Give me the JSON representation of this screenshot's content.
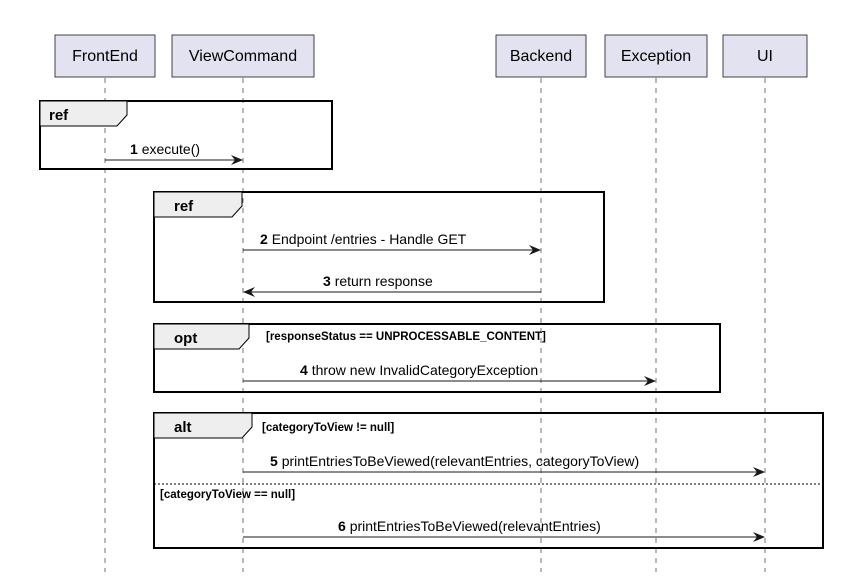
{
  "participants": [
    {
      "id": "frontend",
      "label": "FrontEnd"
    },
    {
      "id": "viewcommand",
      "label": "ViewCommand"
    },
    {
      "id": "backend",
      "label": "Backend"
    },
    {
      "id": "exception",
      "label": "Exception"
    },
    {
      "id": "ui",
      "label": "UI"
    }
  ],
  "fragments": {
    "ref1": {
      "label": "ref"
    },
    "ref2": {
      "label": "ref"
    },
    "opt": {
      "label": "opt",
      "guard": "[responseStatus == UNPROCESSABLE_CONTENT]"
    },
    "alt": {
      "label": "alt",
      "guard": "[categoryToView != null]",
      "else_guard": "[categoryToView == null]"
    }
  },
  "messages": [
    {
      "num": "1",
      "text": "execute()"
    },
    {
      "num": "2",
      "text": "Endpoint /entries - Handle GET"
    },
    {
      "num": "3",
      "text": "return response"
    },
    {
      "num": "4",
      "text": "throw new InvalidCategoryException"
    },
    {
      "num": "5",
      "text": "printEntriesToBeViewed(relevantEntries, categoryToView)"
    },
    {
      "num": "6",
      "text": "printEntriesToBeViewed(relevantEntries)"
    }
  ]
}
